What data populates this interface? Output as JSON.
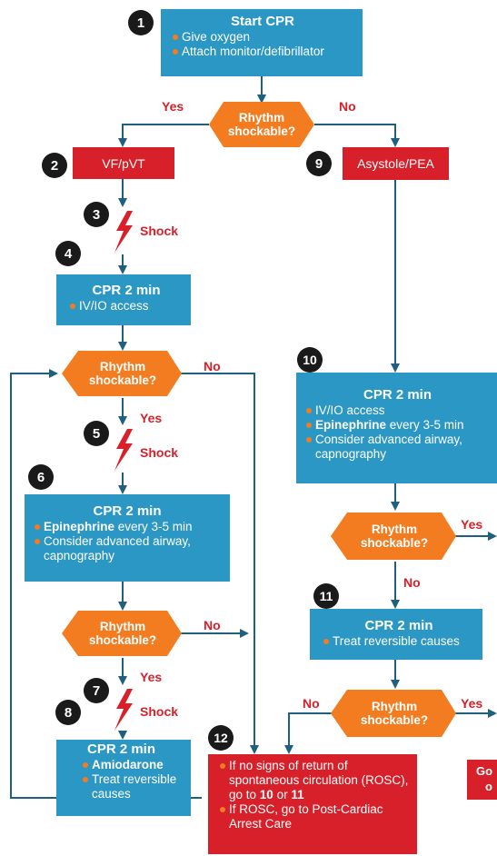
{
  "colors": {
    "blue": "#2b97c4",
    "orange": "#f47c20",
    "red": "#d8202a",
    "dark": "#1a1a1a",
    "arrow": "#1f5f7f"
  },
  "numbers": [
    "1",
    "2",
    "3",
    "4",
    "5",
    "6",
    "7",
    "8",
    "9",
    "10",
    "11",
    "12"
  ],
  "decision": {
    "line1": "Rhythm",
    "line2": "shockable?"
  },
  "yes": "Yes",
  "no": "No",
  "shock": "Shock",
  "start": {
    "title": "Start CPR",
    "items": [
      "Give oxygen",
      "Attach monitor/defibrillator"
    ]
  },
  "vf": "VF/pVT",
  "asystole": "Asystole/PEA",
  "cpr4": {
    "title": "CPR 2 min",
    "items": [
      "IV/IO access"
    ]
  },
  "cpr6": {
    "title": "CPR 2 min",
    "drug": "Epinephrine",
    "drug_rest": " every 3-5 min",
    "items": [
      "Consider advanced airway, capnography"
    ]
  },
  "cpr8": {
    "title": "CPR 2 min",
    "drug": "Amiodarone",
    "items": [
      "Treat reversible causes"
    ]
  },
  "cpr10": {
    "title": "CPR 2 min",
    "items": [
      "IV/IO access"
    ],
    "drug": "Epinephrine",
    "drug_rest": " every 3-5 min",
    "items2": [
      "Consider advanced airway, capnography"
    ]
  },
  "cpr11": {
    "title": "CPR 2 min",
    "items": [
      "Treat reversible causes"
    ]
  },
  "box12": {
    "item1_pre": "If no signs of return of spontaneous circulation (ROSC), go to ",
    "item1_a": "10",
    "item1_mid": " or ",
    "item1_b": "11",
    "item2": "If ROSC, go to Post-Cardiac Arrest Care"
  },
  "clipped": {
    "line1": "Go",
    "line2": "o"
  }
}
